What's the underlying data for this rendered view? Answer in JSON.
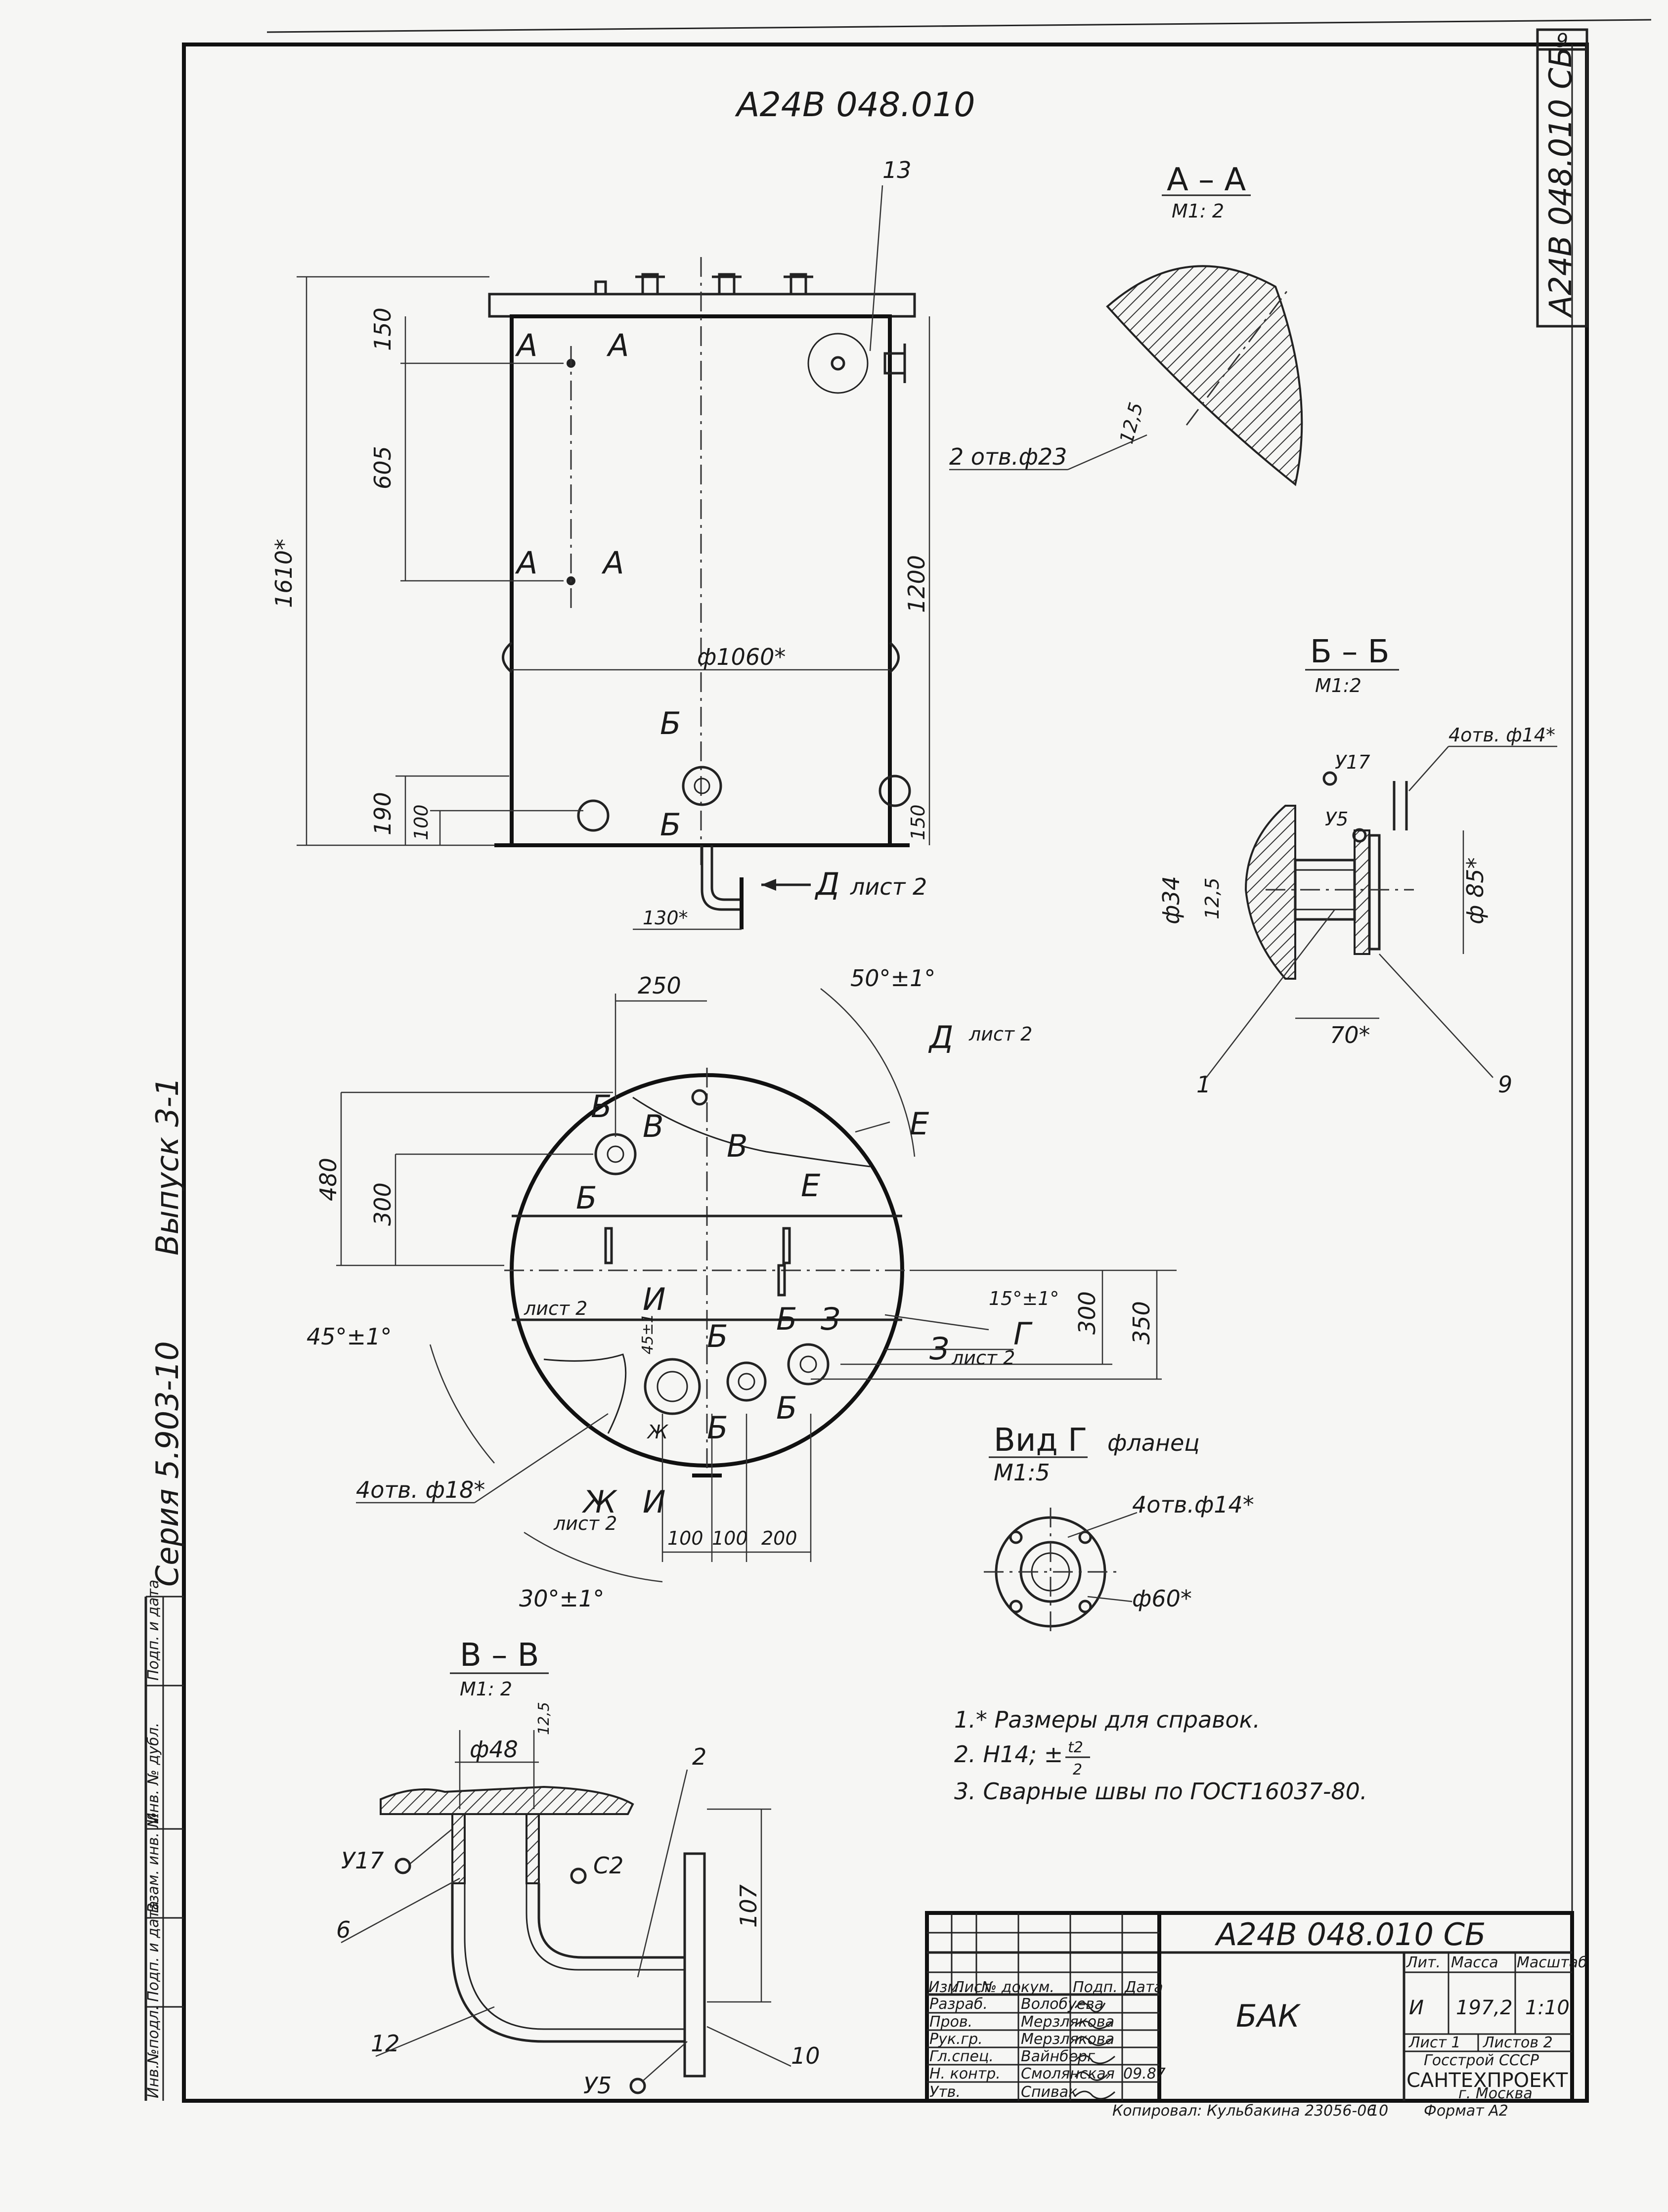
{
  "drawing": {
    "top_code": "A24B 048.010",
    "side_code": "A24B 048.010 СБ",
    "sheet_corner": "9",
    "series": "Серия 5.903-10",
    "issue": "Выпуск 3-1",
    "left_strip": [
      "Инв.№подл.",
      "Подп. и дата",
      "Взам. инв. №",
      "Инв. № дубл.",
      "Подп. и дата"
    ]
  },
  "front_view": {
    "dims": {
      "height_total": "1610*",
      "top_150": "150",
      "dist_605": "605",
      "shell_1200": "1200",
      "bottom_190": "190",
      "bottom_100": "100",
      "right_150": "150",
      "diameter": "ф1060*",
      "pipe_130": "130*"
    },
    "labels": {
      "item_13": "13",
      "sec_a": "А",
      "sec_b": "Б",
      "view_d": "Д",
      "list2": "лист 2"
    }
  },
  "section_aa": {
    "title": "А – А",
    "scale": "М1: 2",
    "weld": "12,5",
    "holes": "2 отв.ф23"
  },
  "section_bb": {
    "title": "Б – Б",
    "scale": "М1:2",
    "holes": "4отв. ф14*",
    "weld_u17": "У17",
    "weld_u5": "У5",
    "d34": "ф34",
    "weld": "12,5",
    "d85": "ф 85*",
    "len70": "70*",
    "item1": "1",
    "item9": "9"
  },
  "plan_view": {
    "dims": {
      "d250": "250",
      "angle50": "50°±1°",
      "d480": "480",
      "d300a": "300",
      "angle15": "15°±1°",
      "d300b": "300",
      "d350": "350",
      "angle45": "45°±1°",
      "d100a": "100",
      "d100b": "100",
      "d200": "200",
      "angle30": "30°±1°",
      "weld45": "45±1"
    },
    "labels": {
      "b": "Б",
      "v": "В",
      "e": "Е",
      "i": "И",
      "zh": "Ж",
      "g": "Г",
      "z": "З",
      "d": "Д",
      "list2": "лист 2",
      "holes18": "4отв. ф18*"
    }
  },
  "view_g": {
    "title": "Вид Г",
    "subtitle": "фланец",
    "scale": "М1:5",
    "holes": "4отв.ф14*",
    "dia": "ф60*"
  },
  "section_vv": {
    "title": "В – В",
    "scale": "М1: 2",
    "d48": "ф48",
    "weld": "12,5",
    "item2": "2",
    "u17": "У17",
    "c2": "С2",
    "item6": "6",
    "len107": "107",
    "item12": "12",
    "u5": "У5",
    "item10": "10"
  },
  "notes": [
    "1.* Размеры для справок.",
    "2. Н14; ±",
    "3. Сварные швы по ГОСТ16037-80."
  ],
  "notes_frac": {
    "num": "t2",
    "den": "2"
  },
  "title_block": {
    "code": "A24B 048.010 СБ",
    "name": "БАК",
    "lit_header": "Лит.",
    "mass_header": "Масса",
    "scale_header": "Масштаб",
    "lit": "И",
    "mass": "197,2",
    "scale": "1:10",
    "sheet": "Лист 1",
    "sheets": "Листов 2",
    "org1": "Госстрой СССР",
    "org2": "САНТЕХПРОЕКТ",
    "org3": "г. Москва",
    "col_headers": [
      "Изм.",
      "Лист",
      "№ докум.",
      "Подп.",
      "Дата"
    ],
    "rows": [
      {
        "role": "Разраб.",
        "name": "Волобуева"
      },
      {
        "role": "Пров.",
        "name": "Мерзлякова"
      },
      {
        "role": "Рук.гр.",
        "name": "Мерзлякова"
      },
      {
        "role": "Гл.спец.",
        "name": "Вайнберг"
      },
      {
        "role": "Н. контр.",
        "name": "Смолянская",
        "date": "09.87"
      },
      {
        "role": "Утв.",
        "name": "Спивак"
      }
    ],
    "copied": "Копировал: Кульбакина 23056-06",
    "sheet_no": "10",
    "format": "Формат А2"
  }
}
